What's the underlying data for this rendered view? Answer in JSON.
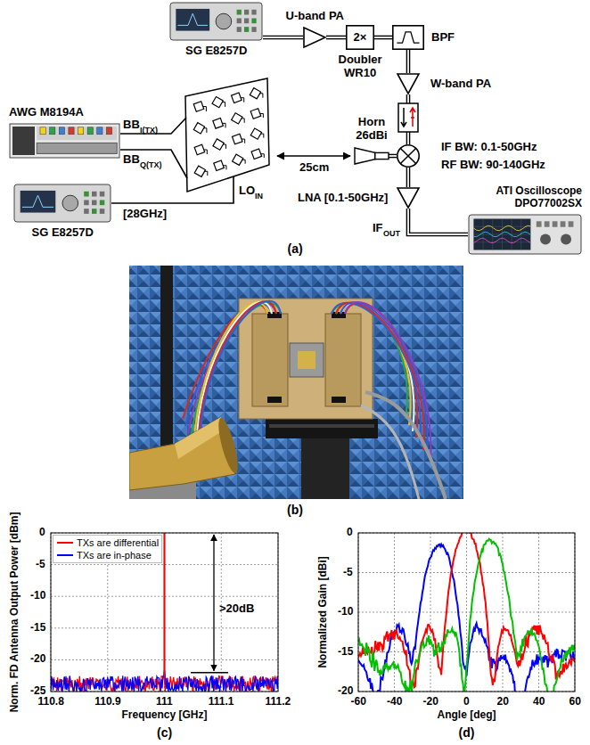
{
  "diagram": {
    "nodes": [
      {
        "text": [
          "SG E8257D"
        ]
      },
      {
        "text": [
          "U-band PA"
        ]
      },
      {
        "text": [
          "2×",
          "Doubler WR10"
        ]
      },
      {
        "text": [
          "BPF"
        ]
      },
      {
        "text": [
          "W-band PA"
        ]
      },
      {
        "text": [
          "Horn 26dBi"
        ]
      },
      {
        "text": [
          "IF BW: 0.1-50GHz",
          "RF BW: 90-140GHz"
        ]
      },
      {
        "text": [
          "LNA [0.1-50GHz]"
        ]
      },
      {
        "text": [
          "ATI Oscilloscope DPO77002SX"
        ]
      },
      {
        "text": [
          "AWG M8194A"
        ]
      },
      {
        "text": [
          "SG E8257D"
        ]
      }
    ],
    "edges": [
      {
        "from": 0,
        "to": 1,
        "arrow": "none"
      },
      {
        "from": 1,
        "to": 2,
        "arrow": "none"
      },
      {
        "from": 2,
        "to": 3,
        "arrow": "none"
      },
      {
        "from": 3,
        "to": 4,
        "arrow": "none"
      },
      {
        "from": 4,
        "to": 6,
        "arrow": "none"
      },
      {
        "from": 5,
        "to": 6,
        "arrow": "none"
      },
      {
        "from": 6,
        "to": 7,
        "arrow": "none"
      },
      {
        "from": 7,
        "to": 8,
        "arrow": "none"
      }
    ],
    "labels": [
      "BB",
      "I(TX)",
      "BB",
      "Q(TX)",
      "LO",
      "IN",
      "[28GHz]",
      "25cm",
      "IF",
      "OUT",
      "(a)",
      "(b)",
      "0",
      "-5",
      "-10",
      "-15",
      "-20",
      "-25",
      "110.8",
      "110.9",
      "111",
      "111.1",
      "111.2",
      ">20dB",
      "Norm. FD Antenna Output Power [dBm]",
      "Frequency [GHz]",
      "(c)",
      "0",
      "-5",
      "-10",
      "-15",
      "-20",
      "-60",
      "-40",
      "-20",
      "0",
      "20",
      "40",
      "60",
      "Normalized Gain [dBi]",
      "Angle [deg]",
      "(d)"
    ],
    "legend": [
      {
        "text": "TXs are differential"
      },
      {
        "text": "TXs are in-phase"
      }
    ]
  }
}
